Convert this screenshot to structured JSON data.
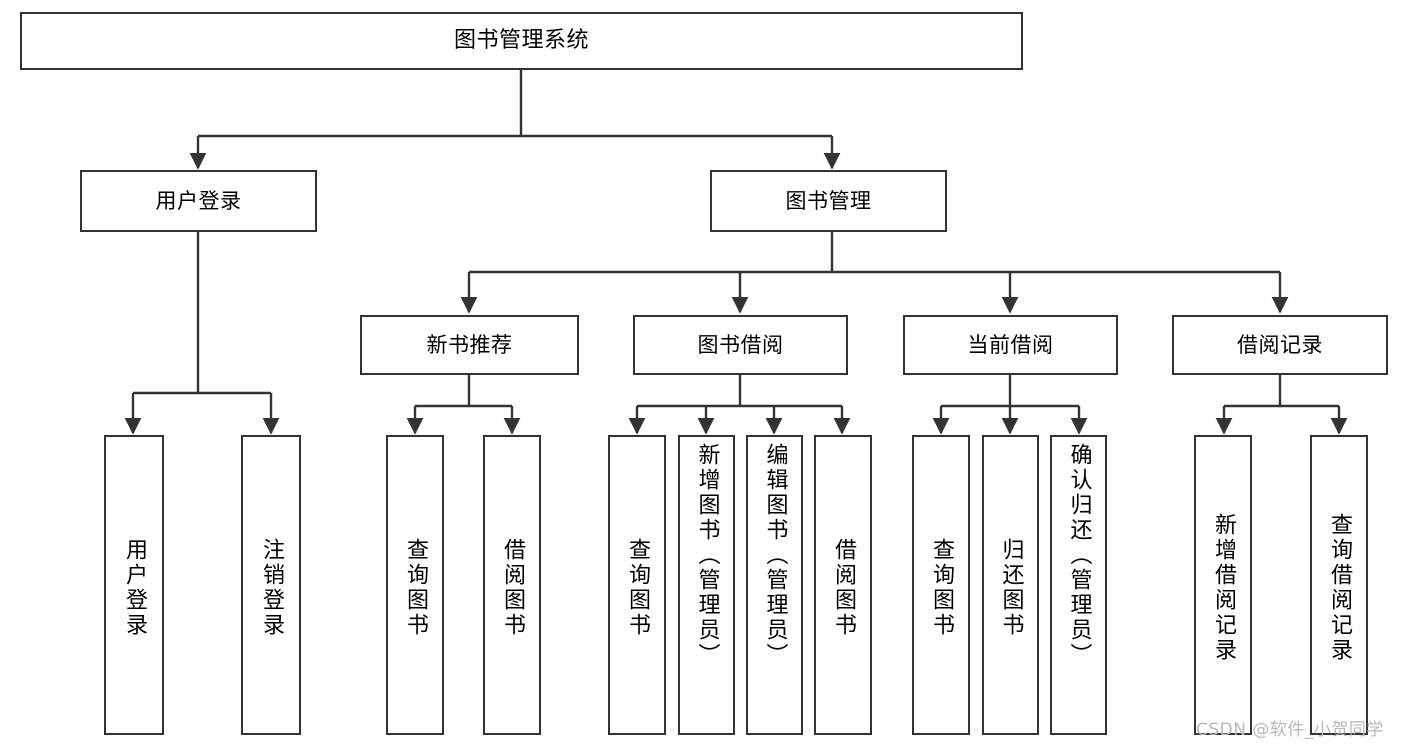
{
  "diagram": {
    "title": "图书管理系统",
    "type": "tree-hierarchy",
    "background": "#ffffff",
    "stroke_color": "#333333",
    "text_color": "#000000"
  },
  "root": {
    "label": "图书管理系统"
  },
  "level1": [
    {
      "label": "用户登录"
    },
    {
      "label": "图书管理"
    }
  ],
  "level2": [
    {
      "label": "新书推荐"
    },
    {
      "label": "图书借阅"
    },
    {
      "label": "当前借阅"
    },
    {
      "label": "借阅记录"
    }
  ],
  "leaves": {
    "user_login": [
      {
        "label": "用户登录"
      },
      {
        "label": "注销登录"
      }
    ],
    "new_book_recommend": [
      {
        "label": "查询图书"
      },
      {
        "label": "借阅图书"
      }
    ],
    "book_borrow": [
      {
        "label": "查询图书"
      },
      {
        "label": "新增图书（管理员）"
      },
      {
        "label": "编辑图书（管理员）"
      },
      {
        "label": "借阅图书"
      }
    ],
    "current_borrow": [
      {
        "label": "查询图书"
      },
      {
        "label": "归还图书"
      },
      {
        "label": "确认归还（管理员）"
      }
    ],
    "borrow_record": [
      {
        "label": "新增借阅记录"
      },
      {
        "label": "查询借阅记录"
      }
    ]
  },
  "watermark": {
    "text": "CSDN @软件_小贺同学",
    "color": "#b8b8b8"
  }
}
